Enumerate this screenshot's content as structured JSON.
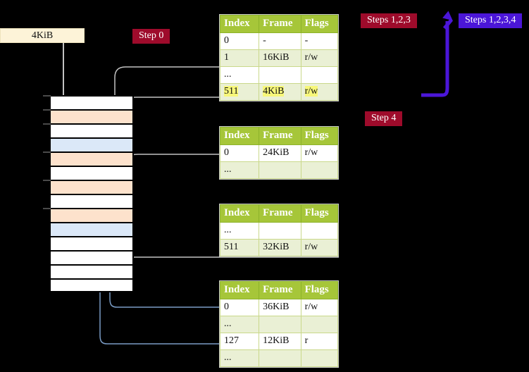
{
  "diagram": {
    "title": "page-table-walk-diagram",
    "source_box": {
      "label": "4KiB"
    },
    "labels": [
      {
        "id": "step0",
        "text": "Step 0",
        "color": "#9e0b2b"
      },
      {
        "id": "steps123",
        "text": "Steps 1,2,3",
        "color": "#9e0b2b"
      },
      {
        "id": "steps1234",
        "text": "Steps 1,2,3,4",
        "color": "#4b16d8"
      },
      {
        "id": "step4",
        "text": "Step 4",
        "color": "#9e0b2b"
      }
    ],
    "colors": {
      "header_green": "#a6c639",
      "row_alt": "#eaf0d5",
      "highlight_yellow": "#f7f77a",
      "memory_orange": "#fde2cc",
      "memory_blue": "#dbe8f8",
      "source_box": "#fdf3d8",
      "wire_gray": "#b8b8b8",
      "wire_blue": "#7a9cc6",
      "arrow_violet": "#4b16d8"
    },
    "memory_grid": {
      "rows": [
        {
          "fill": "white",
          "tick": true
        },
        {
          "fill": "orange",
          "tick": true
        },
        {
          "fill": "white",
          "tick": true
        },
        {
          "fill": "blue",
          "tick": false
        },
        {
          "fill": "orange",
          "tick": true
        },
        {
          "fill": "white",
          "tick": false
        },
        {
          "fill": "orange",
          "tick": true
        },
        {
          "fill": "white",
          "tick": false
        },
        {
          "fill": "orange",
          "tick": true
        },
        {
          "fill": "blue",
          "tick": false
        },
        {
          "fill": "white",
          "tick": false
        },
        {
          "fill": "white",
          "tick": false
        },
        {
          "fill": "white",
          "tick": false
        },
        {
          "fill": "white",
          "tick": false
        }
      ]
    },
    "tables": [
      {
        "id": "table-level-1",
        "columns": [
          "Index",
          "Frame",
          "Flags"
        ],
        "rows": [
          {
            "cells": [
              "0",
              "-",
              "-"
            ],
            "alt": false,
            "highlight": false
          },
          {
            "cells": [
              "1",
              "16KiB",
              "r/w"
            ],
            "alt": true,
            "highlight": false
          },
          {
            "cells": [
              "...",
              "",
              ""
            ],
            "alt": false,
            "highlight": false
          },
          {
            "cells": [
              "511",
              "4KiB",
              "r/w"
            ],
            "alt": true,
            "highlight": true
          }
        ]
      },
      {
        "id": "table-level-2",
        "columns": [
          "Index",
          "Frame",
          "Flags"
        ],
        "rows": [
          {
            "cells": [
              "0",
              "24KiB",
              "r/w"
            ],
            "alt": false,
            "highlight": false
          },
          {
            "cells": [
              "...",
              "",
              ""
            ],
            "alt": true,
            "highlight": false
          }
        ]
      },
      {
        "id": "table-level-3",
        "columns": [
          "Index",
          "Frame",
          "Flags"
        ],
        "rows": [
          {
            "cells": [
              "...",
              "",
              ""
            ],
            "alt": false,
            "highlight": false
          },
          {
            "cells": [
              "511",
              "32KiB",
              "r/w"
            ],
            "alt": true,
            "highlight": false
          }
        ]
      },
      {
        "id": "table-level-4",
        "columns": [
          "Index",
          "Frame",
          "Flags"
        ],
        "rows": [
          {
            "cells": [
              "0",
              "36KiB",
              "r/w"
            ],
            "alt": false,
            "highlight": false
          },
          {
            "cells": [
              "...",
              "",
              ""
            ],
            "alt": true,
            "highlight": false
          },
          {
            "cells": [
              "127",
              "12KiB",
              "r"
            ],
            "alt": false,
            "highlight": false
          },
          {
            "cells": [
              "...",
              "",
              ""
            ],
            "alt": true,
            "highlight": false
          }
        ]
      }
    ]
  }
}
